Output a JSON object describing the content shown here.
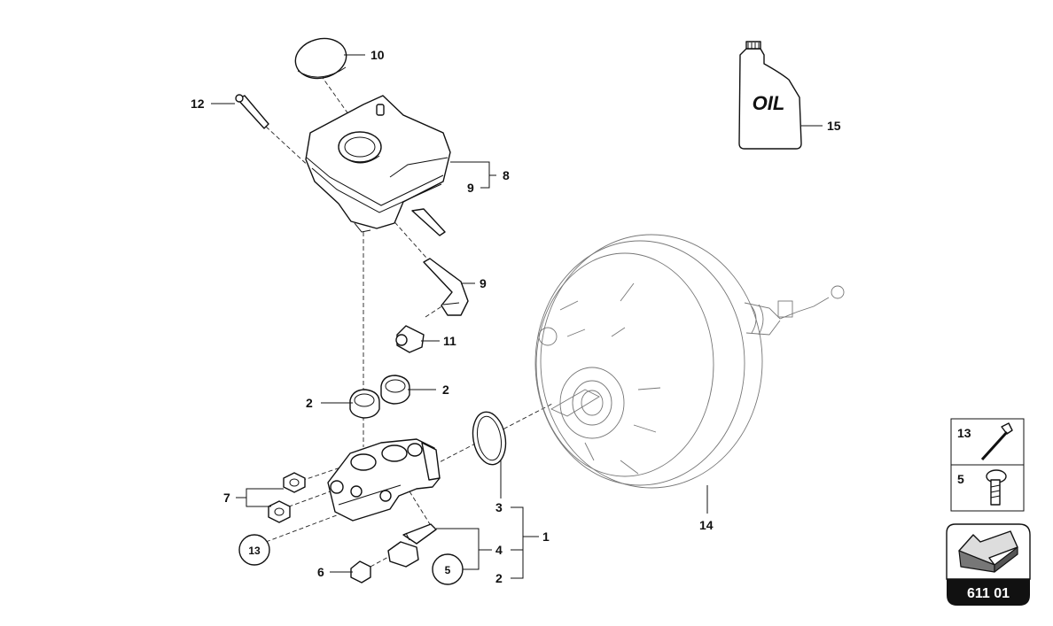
{
  "callouts": {
    "c10": "10",
    "c12": "12",
    "c8": "8",
    "c9a": "9",
    "c9b": "9",
    "c11": "11",
    "c2a": "2",
    "c2b": "2",
    "c7": "7",
    "c13": "13",
    "c6": "6",
    "c5": "5",
    "c3": "3",
    "c4": "4",
    "c2c": "2",
    "c1": "1",
    "c14": "14",
    "c15": "15"
  },
  "oil_label": "OIL",
  "legend": {
    "row1": "13",
    "row2": "5"
  },
  "catalog": {
    "number": "611 01"
  }
}
